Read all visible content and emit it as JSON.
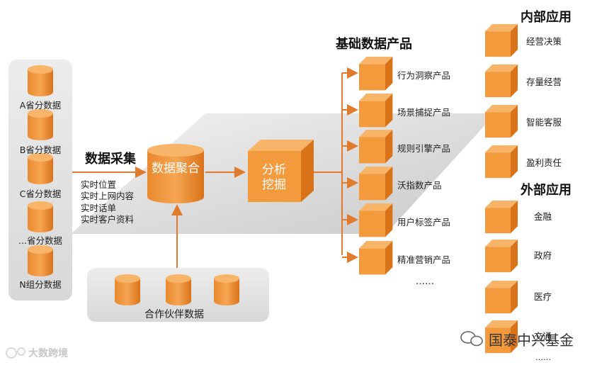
{
  "sources": {
    "provinces": [
      "A省分数据",
      "B省分数据",
      "C省分数据",
      "...省分数据",
      "N组分数据"
    ],
    "partner_label": "合作伙伴数据"
  },
  "collection": {
    "title": "数据采集",
    "items": [
      "实时位置",
      "实时上网内容",
      "实时话单",
      "实时客户资料"
    ]
  },
  "hub": {
    "aggregate": "数据聚合",
    "analyze": "分析挖掘"
  },
  "products": {
    "title": "基础数据产品",
    "items": [
      "行为洞察产品",
      "场景捕捉产品",
      "规则引擎产品",
      "沃指数产品",
      "用户标签产品",
      "精准营销产品"
    ],
    "more": "……"
  },
  "internal": {
    "title": "内部应用",
    "items": [
      "经营决策",
      "存量经营",
      "智能客服",
      "盈利责任"
    ]
  },
  "external": {
    "title": "外部应用",
    "items": [
      "金融",
      "政府",
      "医疗",
      "交通"
    ],
    "more": "……"
  },
  "watermarks": {
    "left": "大数跨境",
    "right": "国泰中兴基金"
  },
  "colors": {
    "orange": "#F39A3C",
    "orange_dark": "#D9731A",
    "orange_light": "#F8B56A",
    "panel_gray": "#E4E4E4",
    "arrow": "#E07B2E"
  }
}
